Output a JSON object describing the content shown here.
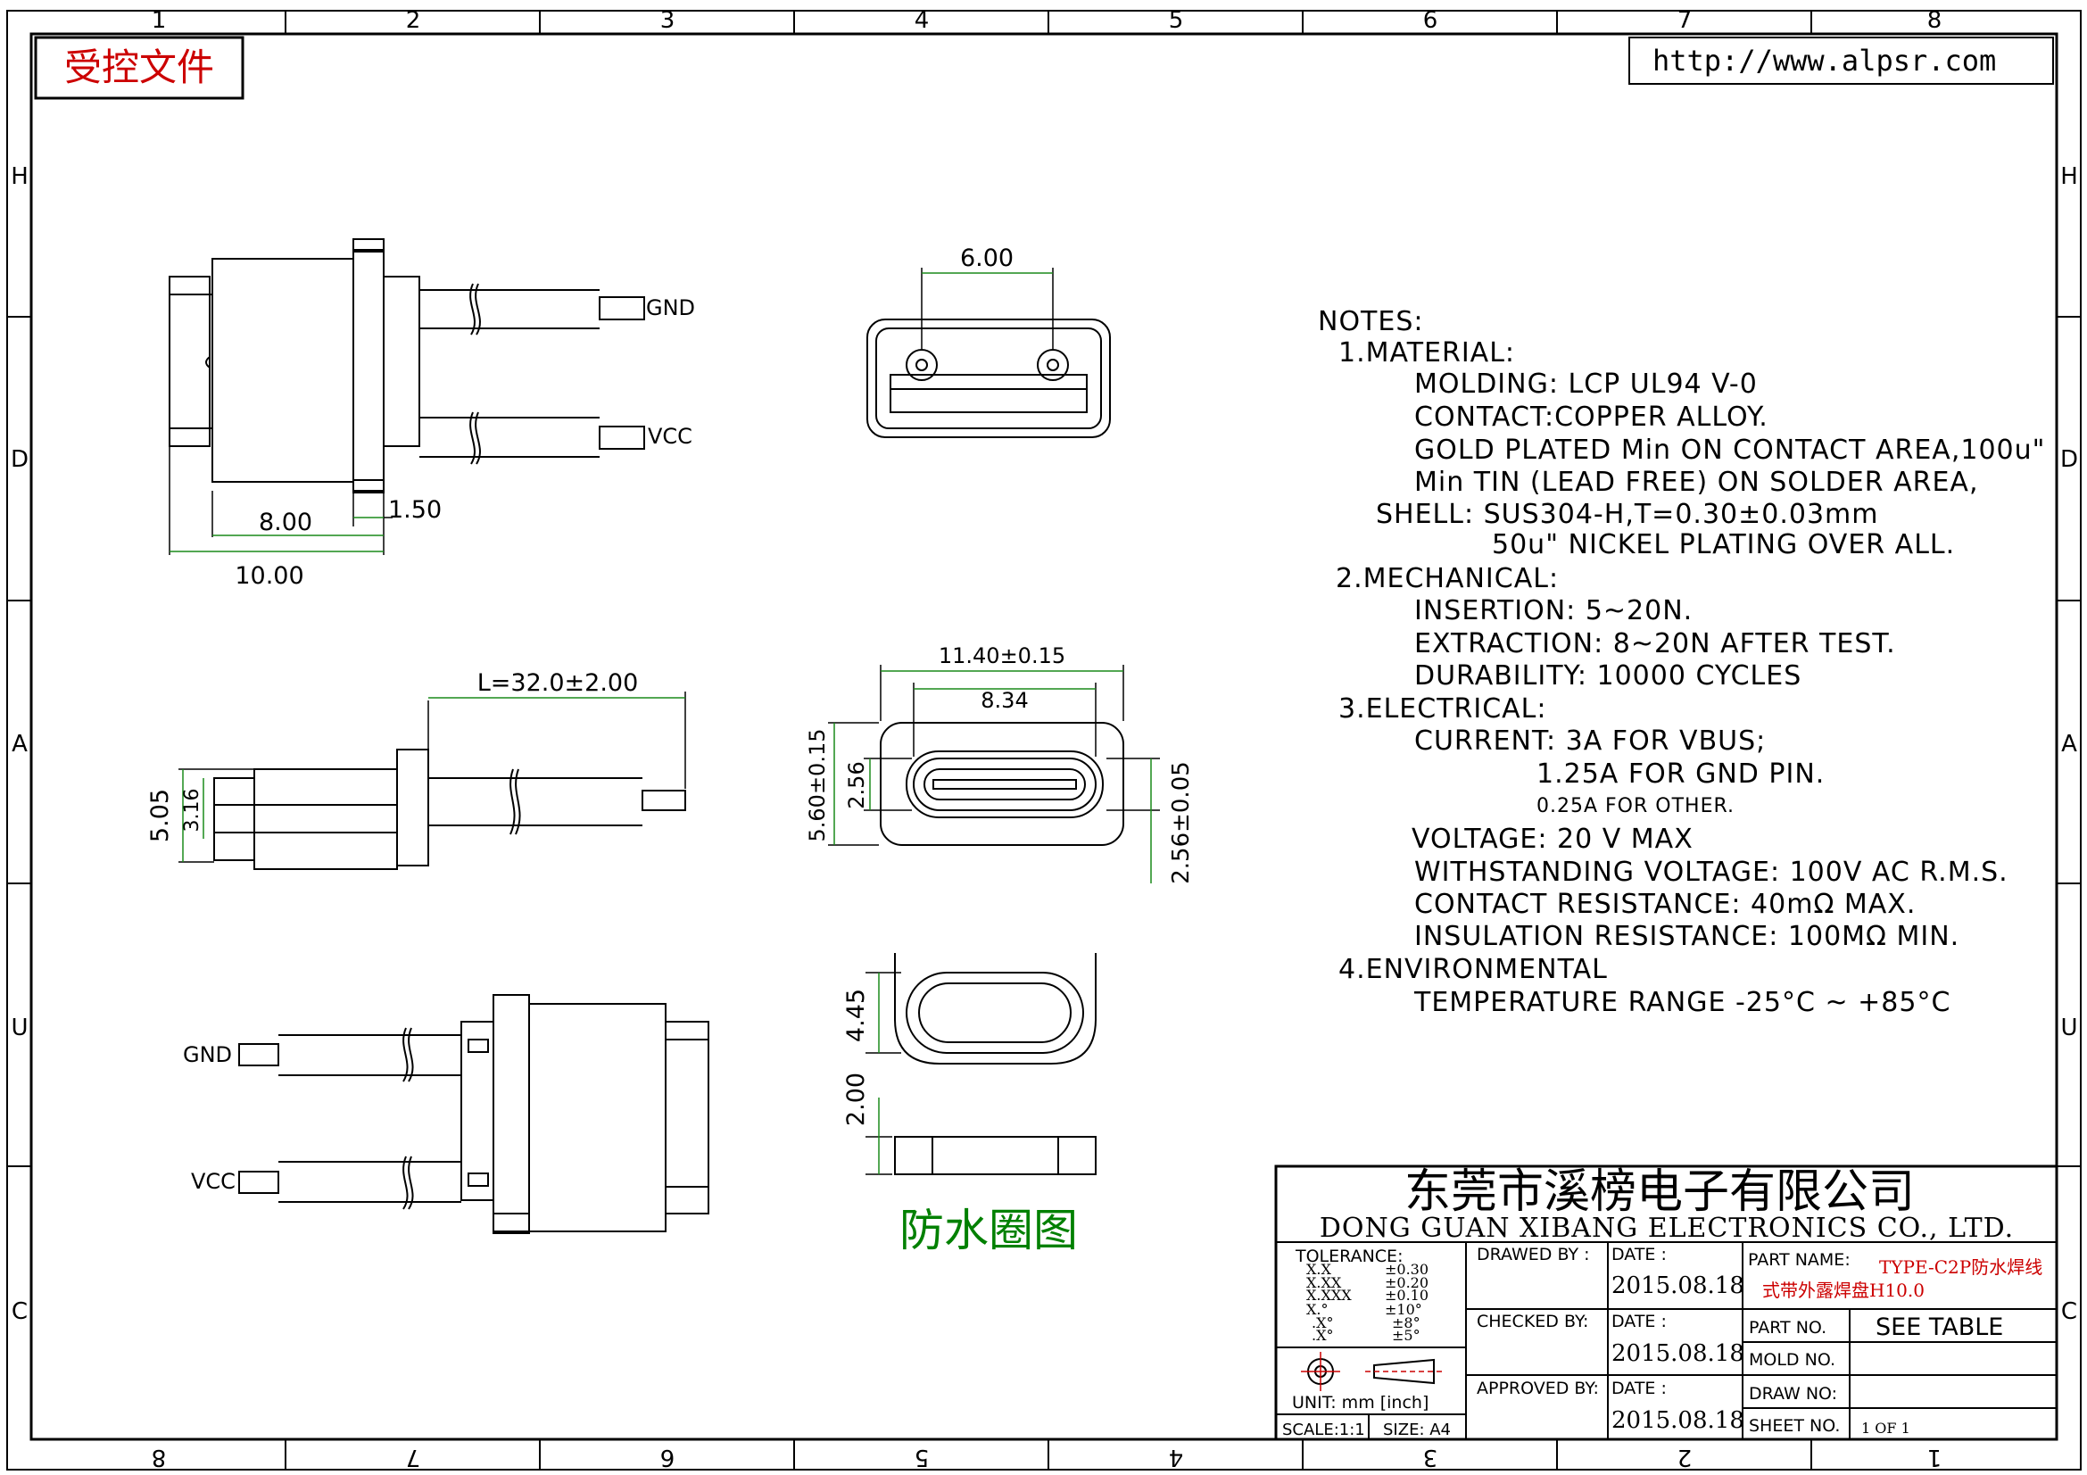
{
  "border": {
    "col_labels_top": [
      "1",
      "2",
      "3",
      "4",
      "5",
      "6",
      "7",
      "8"
    ],
    "col_labels_bottom": [
      "8",
      "7",
      "6",
      "5",
      "4",
      "3",
      "2",
      "1"
    ],
    "row_labels": [
      "H",
      "D",
      "A",
      "U",
      "C"
    ]
  },
  "stamp": "受控文件",
  "website": "http://www.alpsr.com",
  "view1": {
    "label_gnd": "GND",
    "label_vcc": "VCC",
    "dim_8": "8.00",
    "dim_150": "1.50",
    "dim_10": "10.00"
  },
  "view2": {
    "dim_6": "6.00"
  },
  "view3": {
    "dim_l": "L=32.0±2.00",
    "dim_505": "5.05",
    "dim_316": "3.16"
  },
  "view4": {
    "dim_1140": "11.40±0.15",
    "dim_834": "8.34",
    "dim_560": "5.60±0.15",
    "dim_256a": "2.56",
    "dim_256b": "2.56±0.05"
  },
  "view5": {
    "label_gnd": "GND",
    "label_vcc": "VCC"
  },
  "gasket": {
    "dim_445": "4.45",
    "dim_200": "2.00",
    "caption": "防水圈图"
  },
  "notes": {
    "heading": "NOTES:",
    "lines": [
      "1.MATERIAL:",
      "MOLDING: LCP UL94 V-0",
      "CONTACT:COPPER ALLOY.",
      "GOLD PLATED Min ON CONTACT AREA,100u\"",
      "Min TIN (LEAD FREE) ON SOLDER AREA,",
      "SHELL: SUS304-H,T=0.30±0.03mm",
      "50u\" NICKEL PLATING OVER ALL.",
      "2.MECHANICAL:",
      "INSERTION: 5~20N.",
      "EXTRACTION: 8~20N AFTER TEST.",
      "DURABILITY: 10000 CYCLES",
      "3.ELECTRICAL:",
      "CURRENT: 3A FOR VBUS;",
      "1.25A FOR GND PIN.",
      "0.25A FOR OTHER.",
      "VOLTAGE: 20 V MAX",
      "WITHSTANDING VOLTAGE: 100V AC R.M.S.",
      "CONTACT RESISTANCE: 40mΩ MAX.",
      "INSULATION RESISTANCE: 100MΩ MIN.",
      "4.ENVIRONMENTAL",
      "TEMPERATURE RANGE -25°C ~ +85°C"
    ]
  },
  "title_block": {
    "company_cn": "东莞市溪榜电子有限公司",
    "company_en": "DONG GUAN XIBANG ELECTRONICS CO., LTD.",
    "tolerance_label": "TOLERANCE:",
    "tol_keys": [
      "X.X",
      "X.XX",
      "X.XXX",
      "X.°",
      ".X°",
      ".X°"
    ],
    "tol_vals": [
      "±0.30",
      "±0.20",
      "±0.10",
      "±10°",
      "±8°",
      "±5°"
    ],
    "unit": "UNIT:  mm  [inch]",
    "scale": "SCALE:1:1",
    "size": "SIZE:  A4",
    "drawn_by": "DRAWED BY :",
    "checked_by": "CHECKED BY:",
    "approved_by": "APPROVED BY:",
    "date_label": "DATE :",
    "date1": "2015.08.18",
    "date2": "2015.08.18",
    "date3": "2015.08.18",
    "part_name_label": "PART NAME:",
    "part_name_1": "TYPE-C2P防水焊线",
    "part_name_2": "式带外露焊盘H10.0",
    "part_no_label": "PART NO.",
    "part_no": "SEE TABLE",
    "mold_no_label": "MOLD NO.",
    "draw_no_label": "DRAW NO:",
    "sheet_no_label": "SHEET NO.",
    "sheet": "1 OF 1",
    "stamp_red": "#cc0000",
    "caption_green": "#008000"
  }
}
